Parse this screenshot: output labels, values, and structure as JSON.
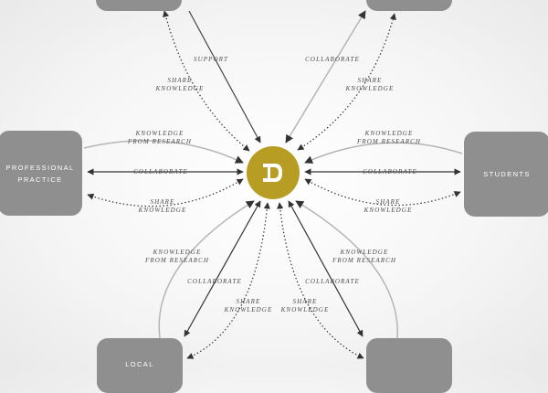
{
  "nodes": {
    "top_left": {
      "label": ""
    },
    "top_right": {
      "label": ""
    },
    "professional_practice": {
      "label": "PROFESSIONAL\nPRACTICE"
    },
    "students": {
      "label": "STUDENTS"
    },
    "local": {
      "label": "LOCAL"
    },
    "bottom_right": {
      "label": ""
    }
  },
  "hub": {
    "logo_text": "D",
    "color": "#b89d24"
  },
  "labels": {
    "support": "SUPPORT",
    "collaborate_top_right": "COLLABORATE",
    "share_knowledge_top_left": "SHARE\nKNOWLEDGE",
    "share_knowledge_top_right": "SHARE\nKNOWLEDGE",
    "knowledge_from_research_left": "KNOWLEDGE\nFROM RESEARCH",
    "collaborate_left": "COLLABORATE",
    "share_knowledge_left": "SHARE\nKNOWLEDGE",
    "knowledge_from_research_right": "KNOWLEDGE\nFROM RESEARCH",
    "collaborate_right": "COLLABORATE",
    "share_knowledge_right": "SHARE\nKNOWLEDGE",
    "knowledge_from_research_bottom_left": "KNOWLEDGE\nFROM RESEARCH",
    "collaborate_bottom_left": "COLLABORATE",
    "share_knowledge_bottom_left": "SHARE\nKNOWLEDGE",
    "share_knowledge_bottom_right": "SHARE\nKNOWLEDGE",
    "collaborate_bottom_right": "COLLABORATE",
    "knowledge_from_research_bottom_right": "KNOWLEDGE\nFROM RESEARCH"
  },
  "colors": {
    "node": "#8f8f8f",
    "arrow_dark": "#333333",
    "arrow_light": "#b5b5b5"
  }
}
